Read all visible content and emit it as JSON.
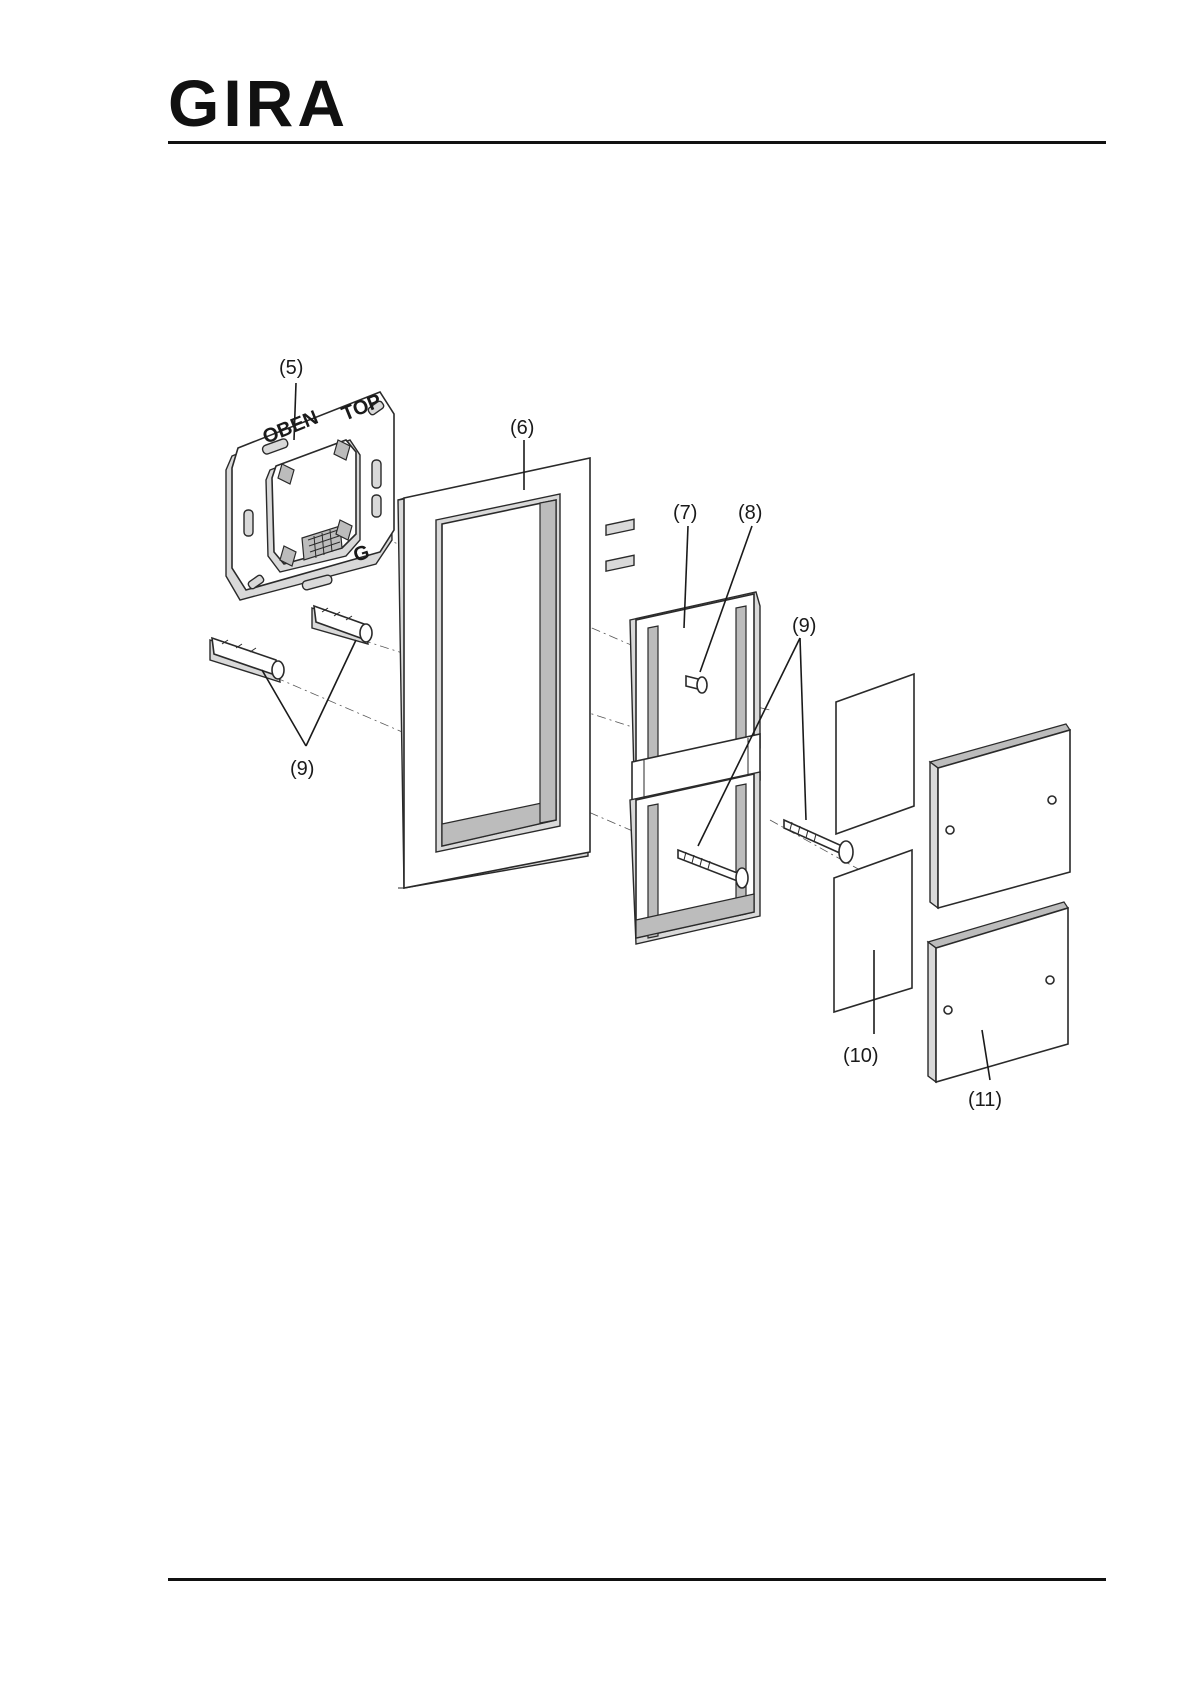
{
  "header": {
    "brand": "GIRA"
  },
  "diagram": {
    "imprints": {
      "oben": "OBEN",
      "top": "TOP",
      "g": "G"
    },
    "callouts": {
      "c5": "(5)",
      "c6": "(6)",
      "c7": "(7)",
      "c8": "(8)",
      "c9_right": "(9)",
      "c9_left": "(9)",
      "c10": "(10)",
      "c11": "(11)"
    }
  }
}
